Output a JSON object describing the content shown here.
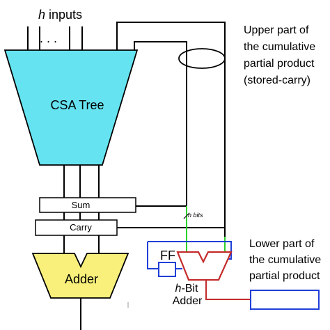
{
  "inputs": {
    "var": "h",
    "rest": " inputs",
    "dots": ". . ."
  },
  "csa_tree": {
    "label": "CSA Tree"
  },
  "sum_register": {
    "label": "Sum"
  },
  "carry_register": {
    "label": "Carry"
  },
  "adder": {
    "label": "Adder"
  },
  "ff": {
    "label": "FF"
  },
  "hbit_adder": {
    "line1_var": "h",
    "line1_rest": "-Bit",
    "line2": "Adder"
  },
  "h_bits": {
    "var": "h",
    "rest": " bits"
  },
  "upper_note": {
    "line1": "Upper part of",
    "line2": "the cumulative",
    "line3": "partial product",
    "line4": "(stored-carry)"
  },
  "lower_note": {
    "line1": "Lower part of",
    "line2": "the cumulative",
    "line3": "partial product"
  },
  "colors": {
    "csa_fill": "#66e3f0",
    "adder_fill": "#f8f07a",
    "hbit_adder_fill": "#ffffff",
    "blue_wire": "#1f3fd8",
    "green_wire": "#2ad12a",
    "red_wire": "#c42b2b",
    "black_wire": "#000000"
  }
}
